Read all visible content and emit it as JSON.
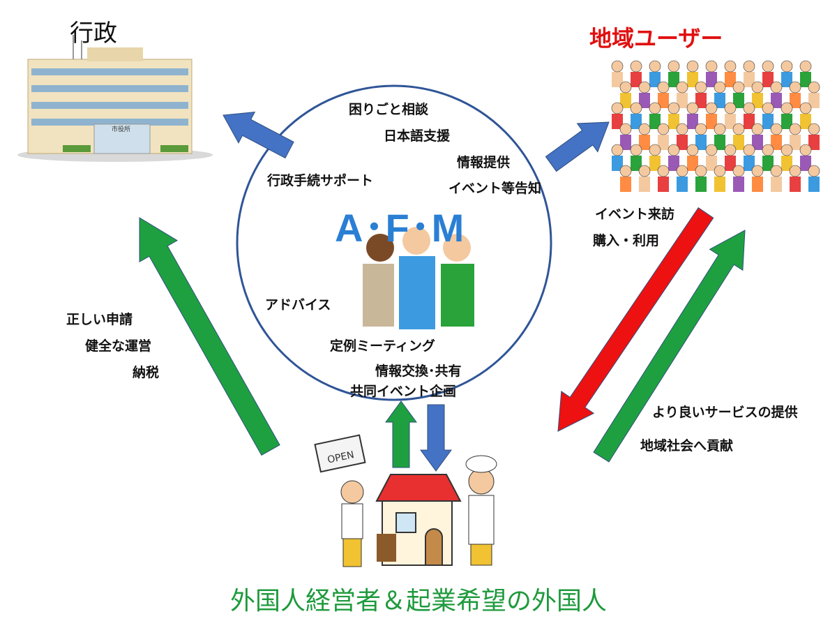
{
  "titles": {
    "government": "行政",
    "local_users": "地域ユーザー",
    "foreign_owners": "外国人経営者＆起業希望の外国人",
    "center": "A･F･M"
  },
  "building_sign": "市役所",
  "shop_sign": "OPEN",
  "circle_labels": {
    "consultation": "困りごと相談",
    "japanese_support": "日本語支援",
    "info_provision": "情報提供",
    "event_notice": "イベント等告知",
    "admin_support": "行政手続サポート",
    "advice": "アドバイス",
    "regular_meeting": "定例ミーティング",
    "info_exchange": "情報交換･共有",
    "joint_event": "共同イベント企画"
  },
  "left_labels": [
    "正しい申請",
    "健全な運営",
    "納税"
  ],
  "right_labels": {
    "event_visit": "イベント来訪",
    "purchase_use": "購入・利用",
    "better_service": "より良いサービスの提供",
    "contribution": "地域社会へ貢献"
  },
  "colors": {
    "blue": "#4472c4",
    "green": "#1ea040",
    "red": "#ee1111",
    "circle": "#2f5597",
    "afm": "#2a7fd4",
    "users_title": "#e01010",
    "owners_title": "#1e9a3c"
  }
}
